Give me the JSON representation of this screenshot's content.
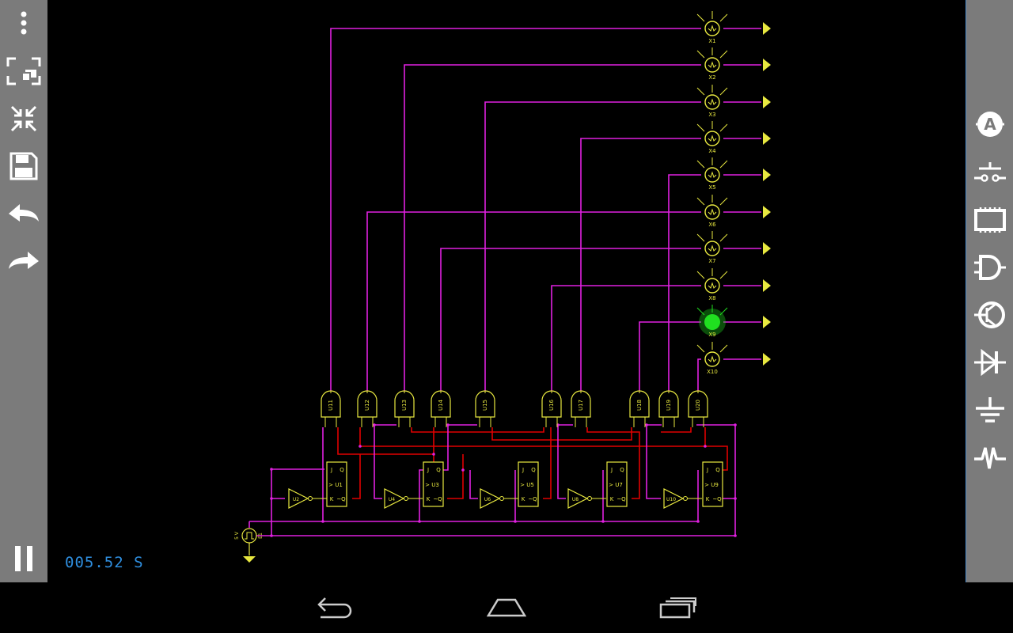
{
  "app": {
    "timer": "005.52 S"
  },
  "toolbar_left": [
    {
      "name": "overflow-menu-icon"
    },
    {
      "name": "fit-screen-icon"
    },
    {
      "name": "collapse-icon"
    },
    {
      "name": "save-icon"
    },
    {
      "name": "undo-icon"
    },
    {
      "name": "redo-icon"
    },
    {
      "name": "pause-icon"
    }
  ],
  "toolbar_right": [
    {
      "name": "ammeter-icon"
    },
    {
      "name": "switch-icon"
    },
    {
      "name": "chip-icon"
    },
    {
      "name": "logic-gate-icon"
    },
    {
      "name": "transistor-icon"
    },
    {
      "name": "diode-icon"
    },
    {
      "name": "ground-icon"
    },
    {
      "name": "signal-icon"
    }
  ],
  "circuit": {
    "lamps": [
      "X1",
      "X2",
      "X3",
      "X4",
      "X5",
      "X6",
      "X7",
      "X8",
      "X9",
      "X10"
    ],
    "lit_lamp": "X9",
    "and_gates": [
      "U11",
      "U12",
      "U13",
      "U14",
      "U15",
      "U16",
      "U17",
      "U18",
      "U19",
      "U20"
    ],
    "flipflops": [
      "U1",
      "U3",
      "U5",
      "U7",
      "U9"
    ],
    "inverters": [
      "U2",
      "U4",
      "U6",
      "U8",
      "U10"
    ],
    "source": {
      "label": "E1",
      "voltage": "5 V"
    },
    "pin_labels": {
      "j": "J",
      "q": "Q",
      "k": "K",
      "nq": "~Q",
      "clk": ">"
    },
    "colors": {
      "wire_magenta": "#e020e0",
      "wire_red": "#e00000",
      "component": "#e8e840",
      "lit": "#20e020"
    }
  },
  "navbar": [
    {
      "name": "back-icon"
    },
    {
      "name": "home-icon"
    },
    {
      "name": "recents-icon"
    }
  ]
}
